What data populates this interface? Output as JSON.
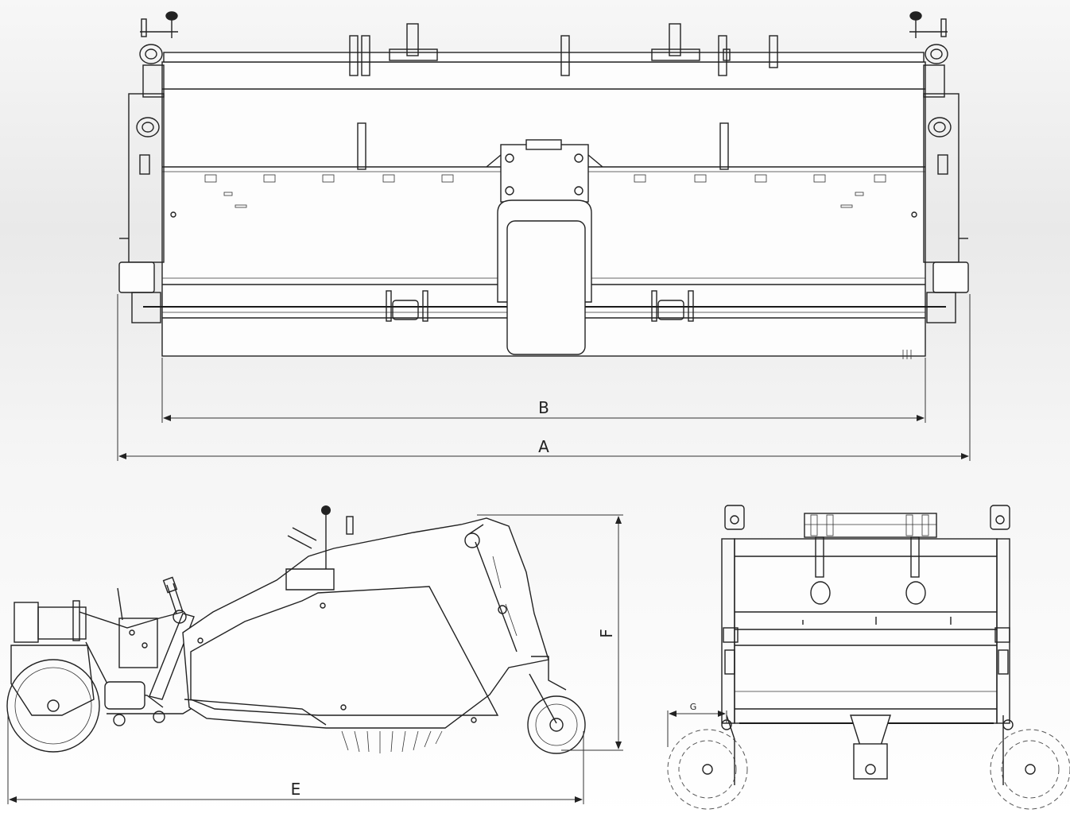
{
  "dimension_labels": {
    "overall_width": "A",
    "working_width": "B",
    "overall_length": "E",
    "overall_height": "F",
    "wheel_offset": "G"
  }
}
